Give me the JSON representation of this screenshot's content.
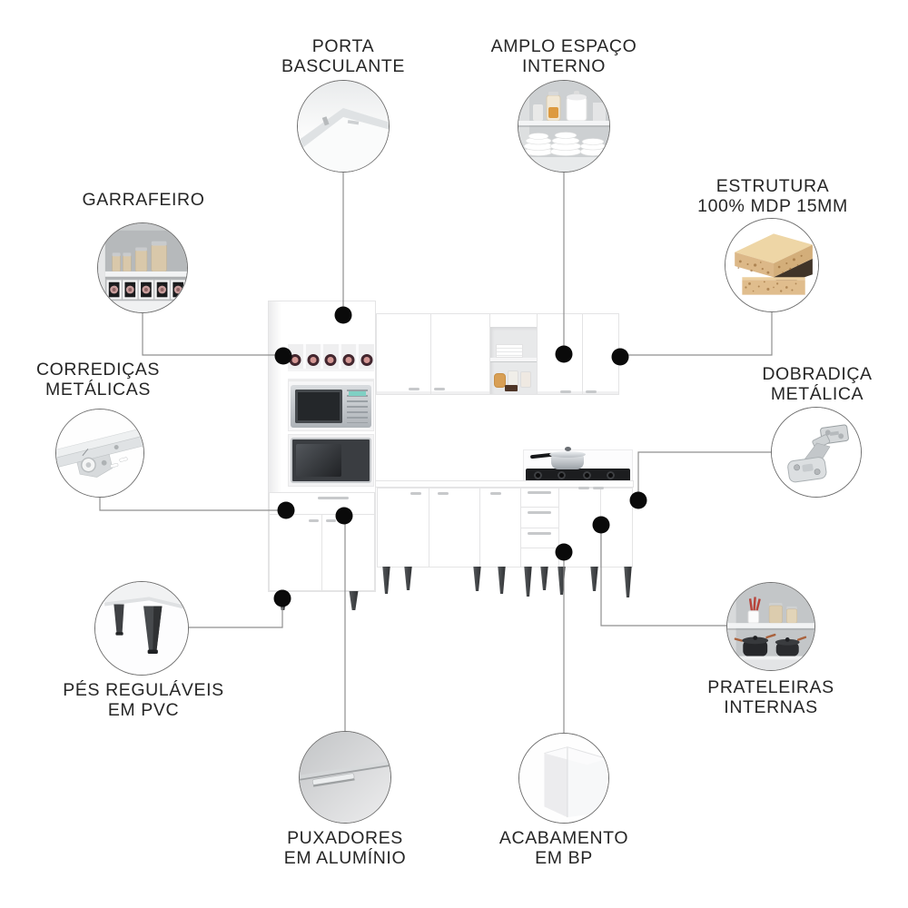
{
  "colors": {
    "background": "#ffffff",
    "label_text": "#262626",
    "connector_line": "#8f8f8f",
    "anchor_dot": "#0a0a0a",
    "cabinet_white": "#ffffff",
    "wood_veneer": "#eed6a6",
    "wood_core": "#dcb888"
  },
  "callouts": {
    "porta_basculante": {
      "label_lines": [
        "PORTA",
        "BASCULANTE"
      ],
      "icon": "tilting-door-icon"
    },
    "amplo_espaco_interno": {
      "label_lines": [
        "AMPLO ESPAÇO",
        "INTERNO"
      ],
      "icon": "open-shelves-dishes-icon"
    },
    "garrafeiro": {
      "label_lines": [
        "GARRAFEIRO"
      ],
      "icon": "bottle-rack-icon"
    },
    "estrutura_mdp": {
      "label_lines": [
        "ESTRUTURA",
        "100% MDP 15MM"
      ],
      "icon": "mdp-wood-boards-icon"
    },
    "corredicas_metalicas": {
      "label_lines": [
        "CORREDIÇAS",
        "METÁLICAS"
      ],
      "icon": "metal-drawer-slide-icon"
    },
    "dobradica_metalica": {
      "label_lines": [
        "DOBRADIÇA",
        "METÁLICA"
      ],
      "icon": "metal-hinge-icon"
    },
    "pes_regulaveis": {
      "label_lines": [
        "PÉS REGULÁVEIS",
        "EM PVC"
      ],
      "icon": "adjustable-feet-icon"
    },
    "prateleiras_internas": {
      "label_lines": [
        "PRATELEIRAS",
        "INTERNAS"
      ],
      "icon": "internal-shelves-icon"
    },
    "puxadores_aluminio": {
      "label_lines": [
        "PUXADORES",
        "EM ALUMÍNIO"
      ],
      "icon": "aluminum-handle-icon"
    },
    "acabamento_bp": {
      "label_lines": [
        "ACABAMENTO",
        "EM BP"
      ],
      "icon": "bp-finish-corner-icon"
    }
  }
}
